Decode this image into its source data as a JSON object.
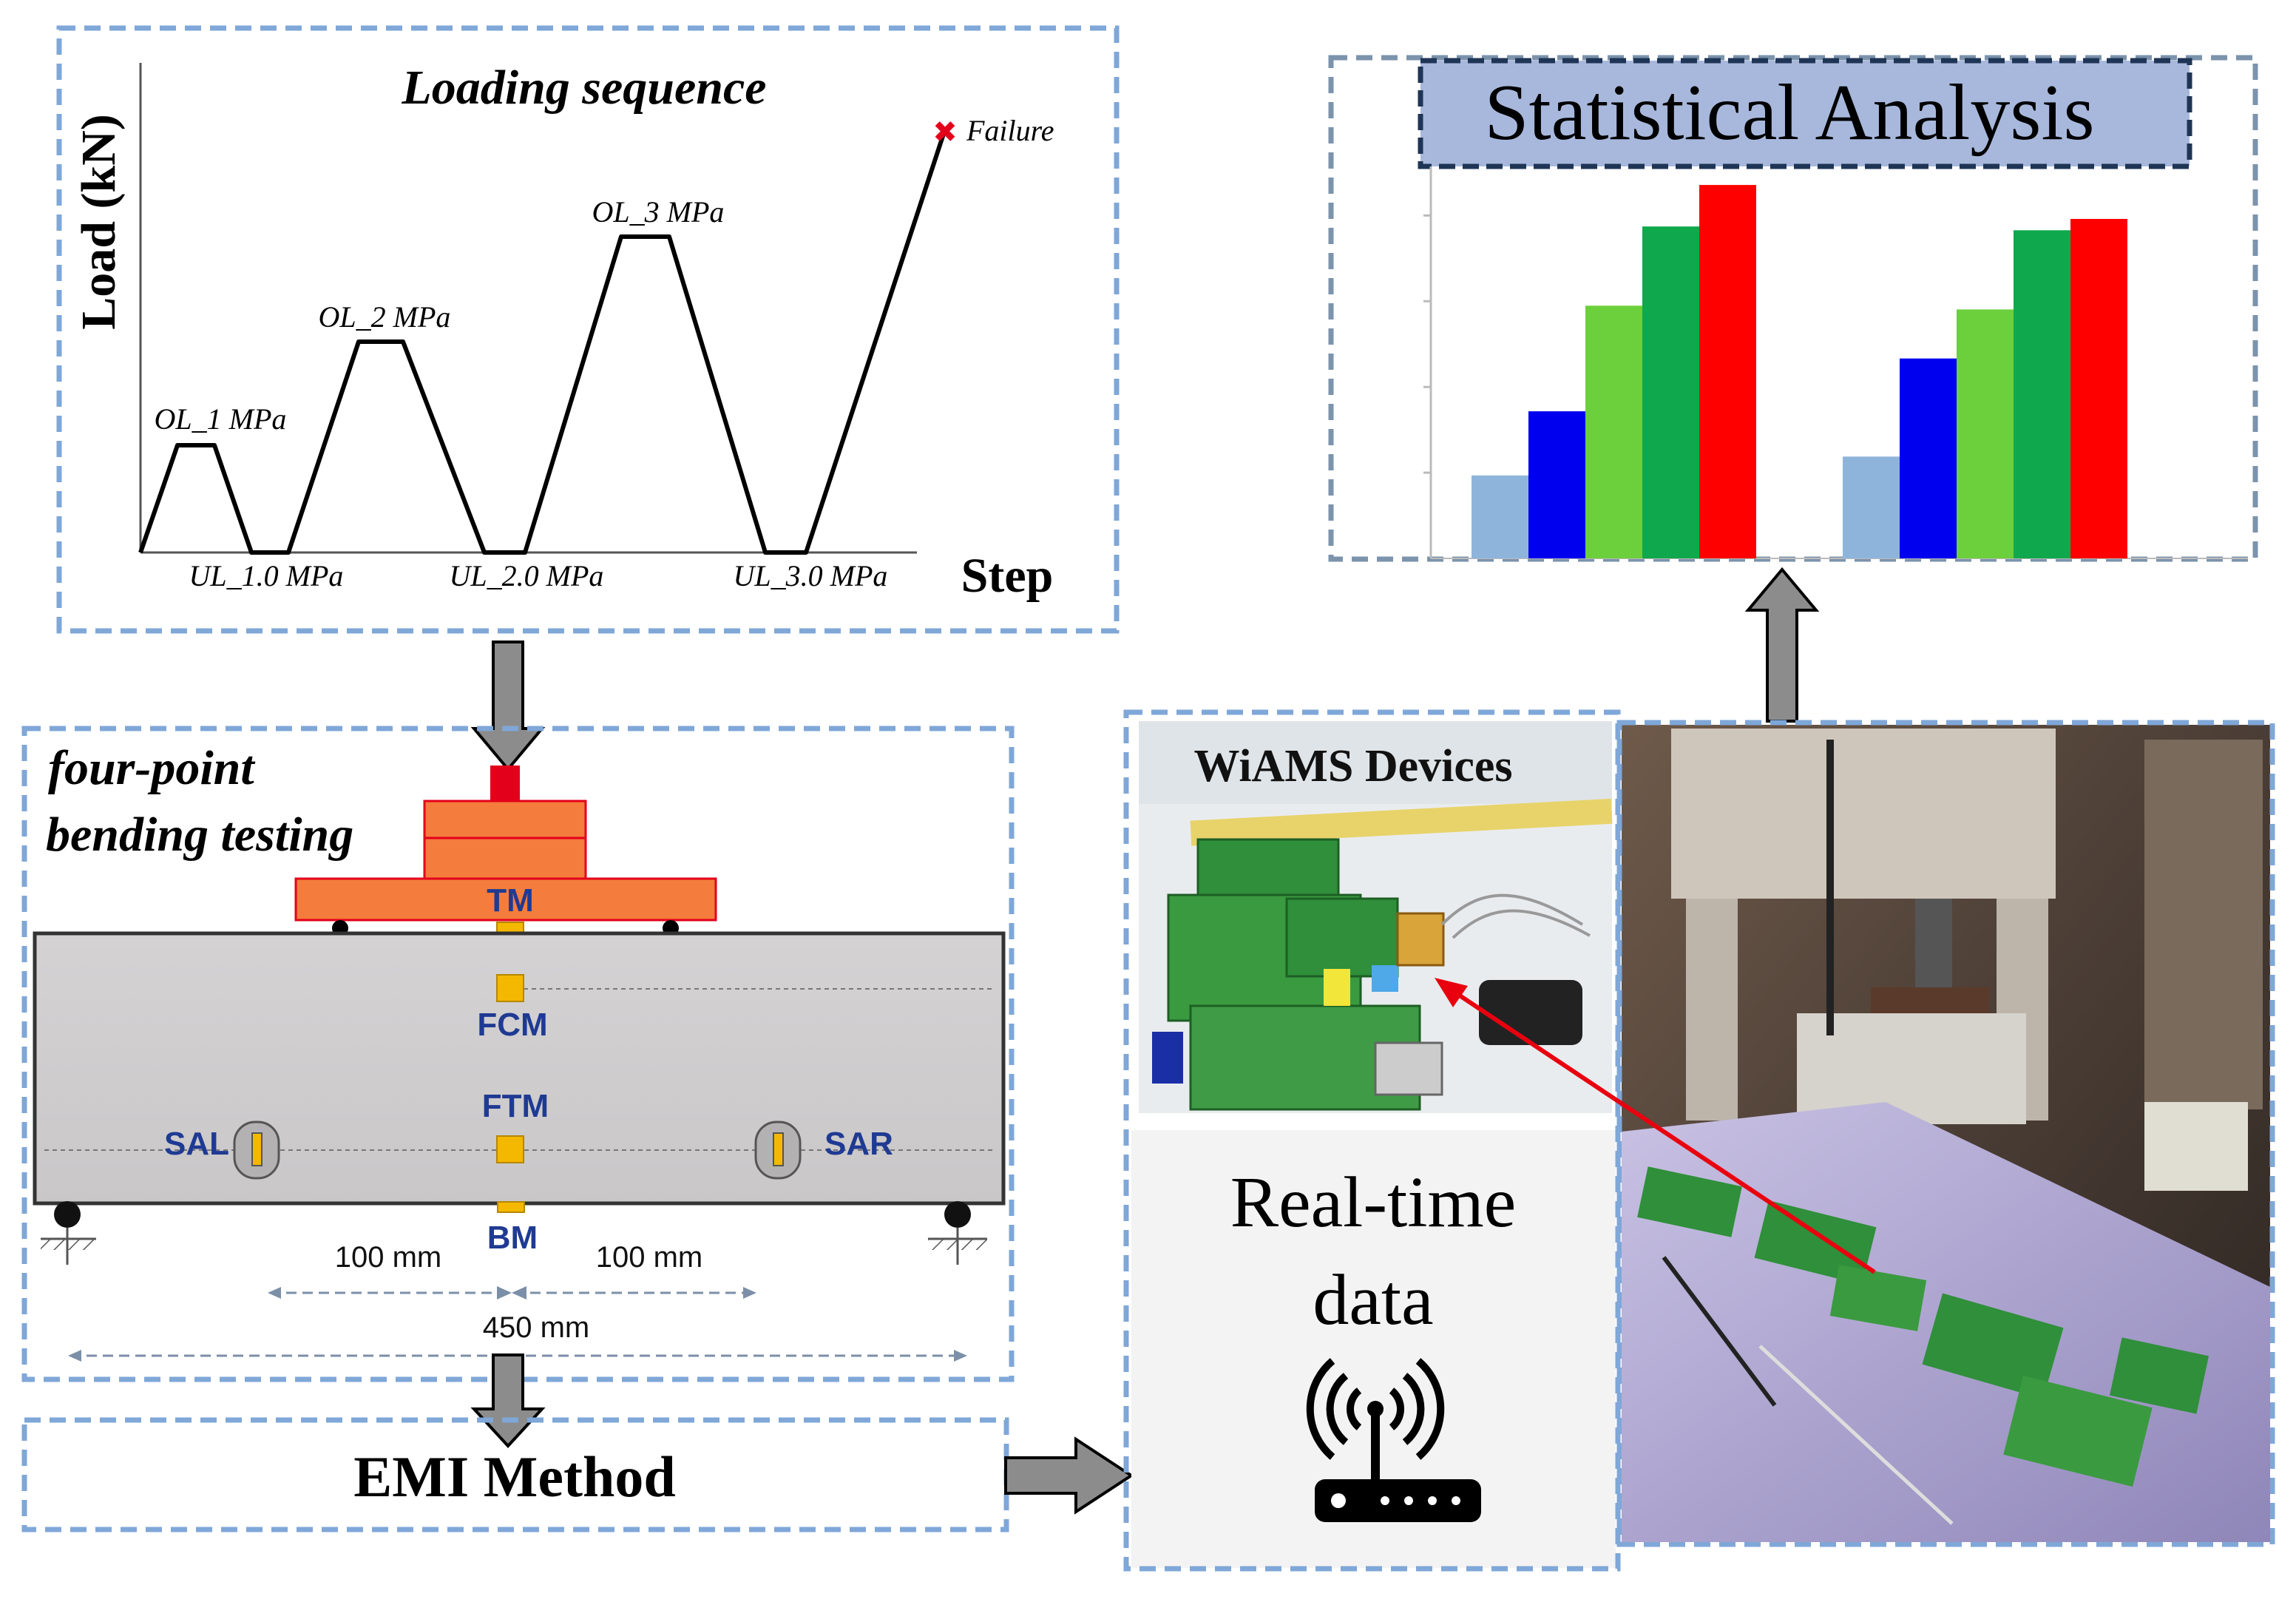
{
  "loading": {
    "title": "Loading sequence",
    "ylabel": "Load (kN)",
    "xlabel": "Step",
    "failure_label": "Failure",
    "peaks": [
      "OL_1 MPa",
      "OL_2 MPa",
      "OL_3 MPa"
    ],
    "troughs": [
      "UL_1.0 MPa",
      "UL_2.0 MPa",
      "UL_3.0 MPa"
    ]
  },
  "bending": {
    "title_line1": "four-point",
    "title_line2": "bending testing",
    "sensors": {
      "tm": "TM",
      "fcm": "FCM",
      "ftm": "FTM",
      "bm": "BM",
      "sal": "SAL",
      "sar": "SAR"
    },
    "dim_left": "100 mm",
    "dim_right": "100 mm",
    "dim_total": "450 mm"
  },
  "emi": {
    "label": "EMI Method"
  },
  "stats": {
    "title": "Statistical Analysis"
  },
  "wiams": {
    "label": "WiAMS Devices"
  },
  "realtime": {
    "line1": "Real-time",
    "line2": "data"
  },
  "colors": {
    "dashed_border": "#7fa7d8",
    "gray_arrow": "#8c8c8c",
    "orange": "#f47c3c",
    "red": "#e3001b",
    "sensor": "#f5b800",
    "sensor_text": "#1f3a93",
    "stats_header": "#a8b8dc"
  },
  "chart_data": {
    "type": "bar",
    "title": "",
    "xlabel": "",
    "ylabel": "",
    "groups": 2,
    "series": [
      {
        "color": "#8fb4dc",
        "values": [
          0.22,
          0.27
        ]
      },
      {
        "color": "#0000ee",
        "values": [
          0.39,
          0.53
        ]
      },
      {
        "color": "#6ccf3c",
        "values": [
          0.67,
          0.66
        ]
      },
      {
        "color": "#10a84c",
        "values": [
          0.88,
          0.87
        ]
      },
      {
        "color": "#ff0000",
        "values": [
          0.99,
          0.9
        ]
      }
    ],
    "ylim": [
      0,
      1
    ],
    "grid": false
  }
}
